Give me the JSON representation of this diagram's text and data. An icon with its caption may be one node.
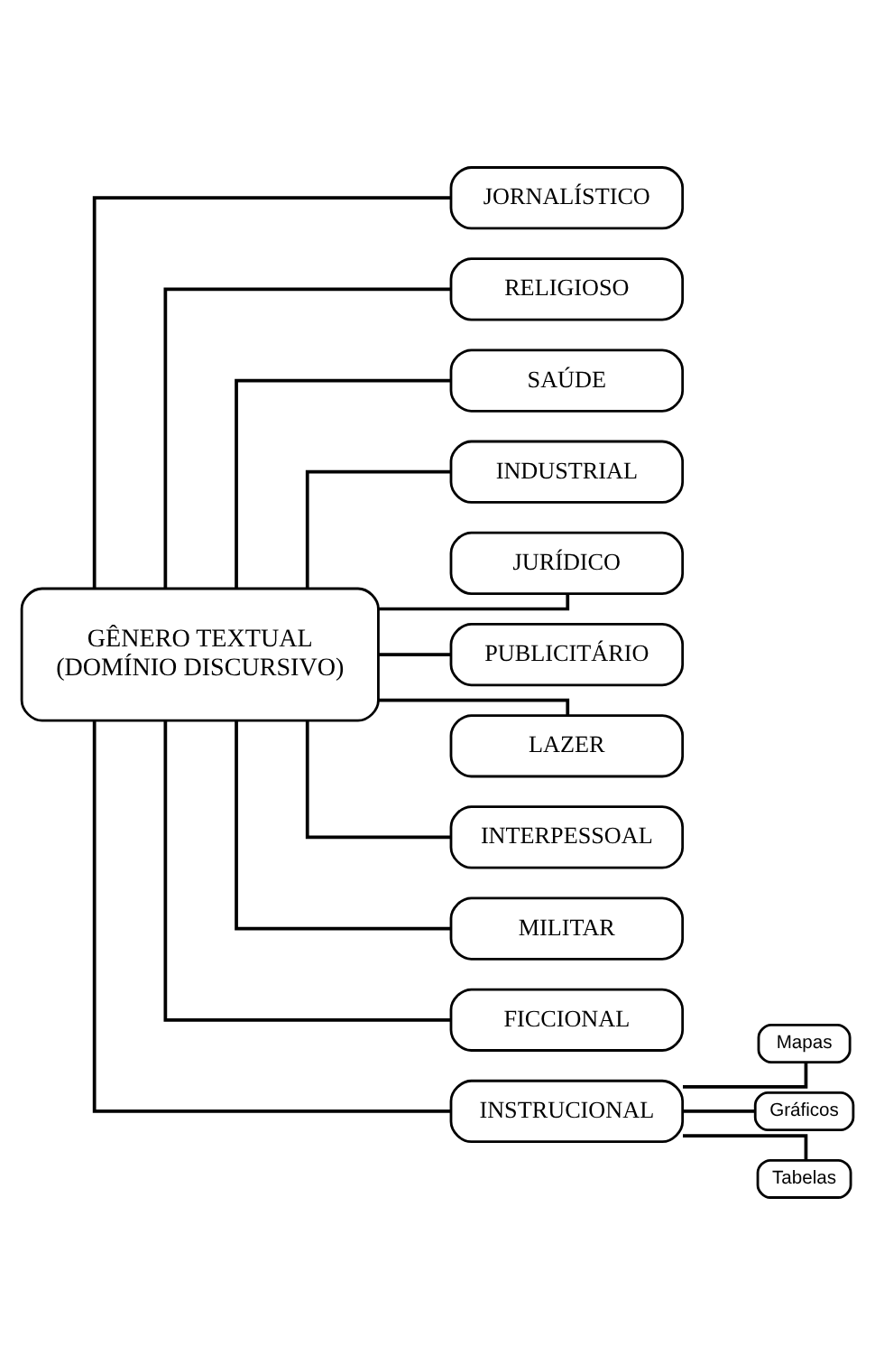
{
  "diagram": {
    "nodes": [
      {
        "text": [
          "GÊNERO TEXTUAL",
          "(DOMÍNIO DISCURSIVO)"
        ]
      },
      {
        "text": [
          "JORNALÍSTICO"
        ]
      },
      {
        "text": [
          "RELIGIOSO"
        ]
      },
      {
        "text": [
          "SAÚDE"
        ]
      },
      {
        "text": [
          "INDUSTRIAL"
        ]
      },
      {
        "text": [
          "JURÍDICO"
        ]
      },
      {
        "text": [
          "PUBLICITÁRIO"
        ]
      },
      {
        "text": [
          "LAZER"
        ]
      },
      {
        "text": [
          "INTERPESSOAL"
        ]
      },
      {
        "text": [
          "MILITAR"
        ]
      },
      {
        "text": [
          "FICCIONAL"
        ]
      },
      {
        "text": [
          "INSTRUCIONAL"
        ]
      },
      {
        "text": [
          "Mapas"
        ]
      },
      {
        "text": [
          "Gráficos"
        ]
      },
      {
        "text": [
          "Tabelas"
        ]
      }
    ],
    "edges": [
      {
        "from": 0,
        "to": 1,
        "arrow": "none"
      },
      {
        "from": 0,
        "to": 2,
        "arrow": "none"
      },
      {
        "from": 0,
        "to": 3,
        "arrow": "none"
      },
      {
        "from": 0,
        "to": 4,
        "arrow": "none"
      },
      {
        "from": 0,
        "to": 5,
        "arrow": "none"
      },
      {
        "from": 0,
        "to": 6,
        "arrow": "none"
      },
      {
        "from": 0,
        "to": 7,
        "arrow": "none"
      },
      {
        "from": 0,
        "to": 8,
        "arrow": "none"
      },
      {
        "from": 0,
        "to": 9,
        "arrow": "none"
      },
      {
        "from": 0,
        "to": 10,
        "arrow": "none"
      },
      {
        "from": 0,
        "to": 11,
        "arrow": "none"
      },
      {
        "from": 11,
        "to": 12,
        "arrow": "none"
      },
      {
        "from": 11,
        "to": 13,
        "arrow": "none"
      },
      {
        "from": 11,
        "to": 14,
        "arrow": "none"
      }
    ]
  }
}
